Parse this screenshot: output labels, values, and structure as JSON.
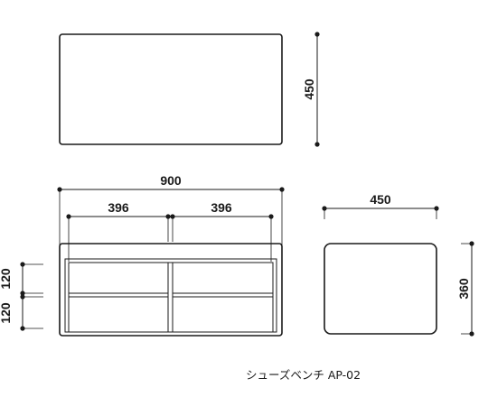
{
  "dimensions": {
    "top_depth": "450",
    "front_width": "900",
    "front_left_opening": "396",
    "front_right_opening": "396",
    "side_depth": "450",
    "side_height": "360",
    "shelf_upper": "120",
    "shelf_lower": "120"
  },
  "caption": "シューズベンチ AP-02",
  "colors": {
    "line": "#1a1a1a",
    "background": "#ffffff"
  }
}
